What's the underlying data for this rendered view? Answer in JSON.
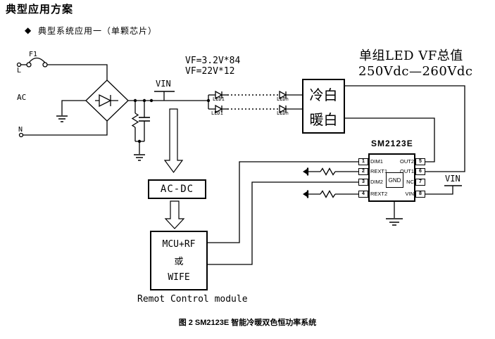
{
  "page": {
    "title": "典型应用方案",
    "bullet": "◆",
    "subtitle": "典型系统应用一（单颗芯片）",
    "caption": "图 2  SM2123E 智能冷暖双色恒功率系统"
  },
  "annotations": {
    "vf_line1": "VF=3.2V*84",
    "vf_line2": "VF=22V*12",
    "vf_total_line1": "单组LED VF总值",
    "vf_total_line2": "250Vdc—260Vdc",
    "remote_module": "Remot Control module"
  },
  "input_stage": {
    "fuse": "F1",
    "line": "L",
    "ac": "AC",
    "neutral": "N",
    "vin_net": "VIN"
  },
  "led_strings": {
    "top_first": "LED1",
    "top_last": "LEDn",
    "bottom_first": "LED1",
    "bottom_last": "LEDn"
  },
  "led_box": {
    "cool": "冷白",
    "warm": "暖白"
  },
  "blocks": {
    "acdc": "AC-DC",
    "mcu_line1": "MCU+RF",
    "mcu_line2": "或",
    "mcu_line3": "WIFE"
  },
  "chip": {
    "name": "SM2123E",
    "pad": "GND",
    "vin_net": "VIN",
    "pins_left": [
      {
        "num": "1",
        "label": "DIM1"
      },
      {
        "num": "2",
        "label": "REXT1"
      },
      {
        "num": "3",
        "label": "DIM2"
      },
      {
        "num": "4",
        "label": "REXT2"
      }
    ],
    "pins_right": [
      {
        "num": "5",
        "label": "OUT2"
      },
      {
        "num": "6",
        "label": "OUT1"
      },
      {
        "num": "7",
        "label": "NC"
      },
      {
        "num": "8",
        "label": "VIN"
      }
    ]
  },
  "colors": {
    "ink": "#000000",
    "background": "#ffffff"
  }
}
